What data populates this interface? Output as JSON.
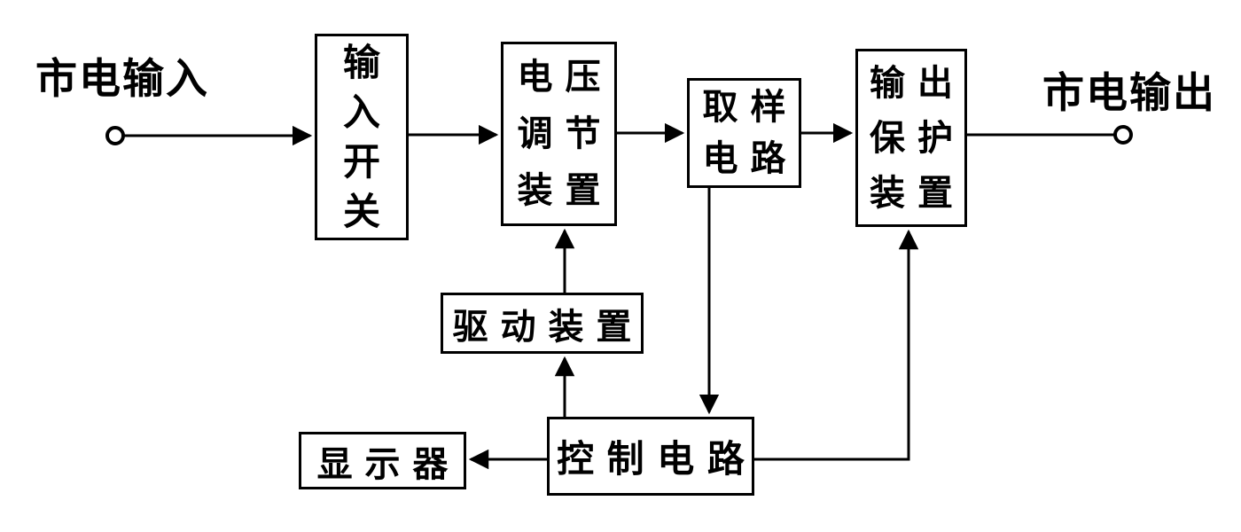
{
  "labels": {
    "input": "市电输入",
    "output": "市电输出"
  },
  "nodes": {
    "input_switch": {
      "lines": [
        "输",
        "入",
        "开",
        "关"
      ]
    },
    "voltage_regulator": {
      "lines": [
        "电 压",
        "调 节",
        "装 置"
      ]
    },
    "sampling_circuit": {
      "lines": [
        "取 样",
        "电 路"
      ]
    },
    "output_protection": {
      "lines": [
        "输 出",
        "保 护",
        "装 置"
      ]
    },
    "drive_device": {
      "label": "驱 动 装 置"
    },
    "control_circuit": {
      "label": "控 制 电 路"
    },
    "display": {
      "label": "显 示 器"
    }
  },
  "connections": [
    "input-terminal -> input_switch",
    "input_switch -> voltage_regulator",
    "voltage_regulator -> sampling_circuit",
    "sampling_circuit -> output_protection",
    "output_protection -> output-terminal",
    "drive_device -> voltage_regulator",
    "control_circuit -> drive_device",
    "sampling_circuit -> control_circuit",
    "control_circuit -> display",
    "control_circuit -> output_protection"
  ],
  "colors": {
    "line": "#000000",
    "background": "#ffffff"
  }
}
